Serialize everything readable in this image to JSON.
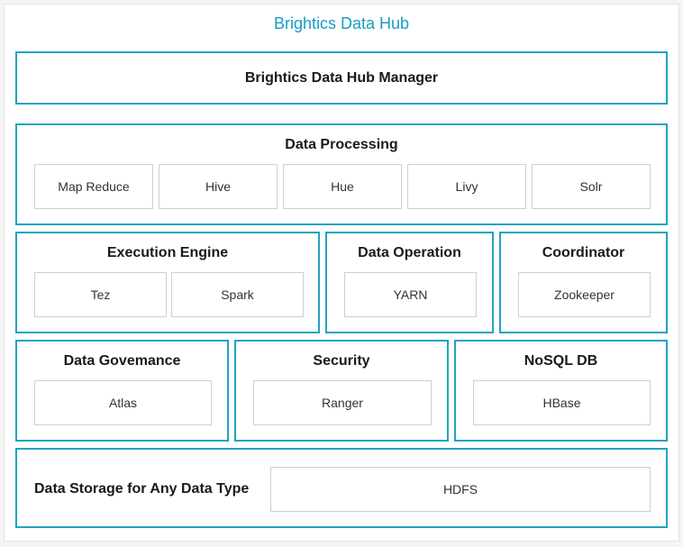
{
  "title": "Brightics Data Hub",
  "manager": {
    "label": "Brightics Data Hub Manager"
  },
  "processing": {
    "title": "Data Processing",
    "items": [
      "Map Reduce",
      "Hive",
      "Hue",
      "Livy",
      "Solr"
    ]
  },
  "execution": {
    "title": "Execution Engine",
    "items": [
      "Tez",
      "Spark"
    ]
  },
  "operation": {
    "title": "Data Operation",
    "items": [
      "YARN"
    ]
  },
  "coordinator": {
    "title": "Coordinator",
    "items": [
      "Zookeeper"
    ]
  },
  "governance": {
    "title": "Data Govemance",
    "items": [
      "Atlas"
    ]
  },
  "security": {
    "title": "Security",
    "items": [
      "Ranger"
    ]
  },
  "nosql": {
    "title": "NoSQL DB",
    "items": [
      "HBase"
    ]
  },
  "storage": {
    "title": "Data Storage for Any Data Type",
    "items": [
      "HDFS"
    ]
  },
  "colors": {
    "accent": "#22a3bf",
    "title": "#1a9cc4",
    "cell_border": "#cfcfcf"
  }
}
